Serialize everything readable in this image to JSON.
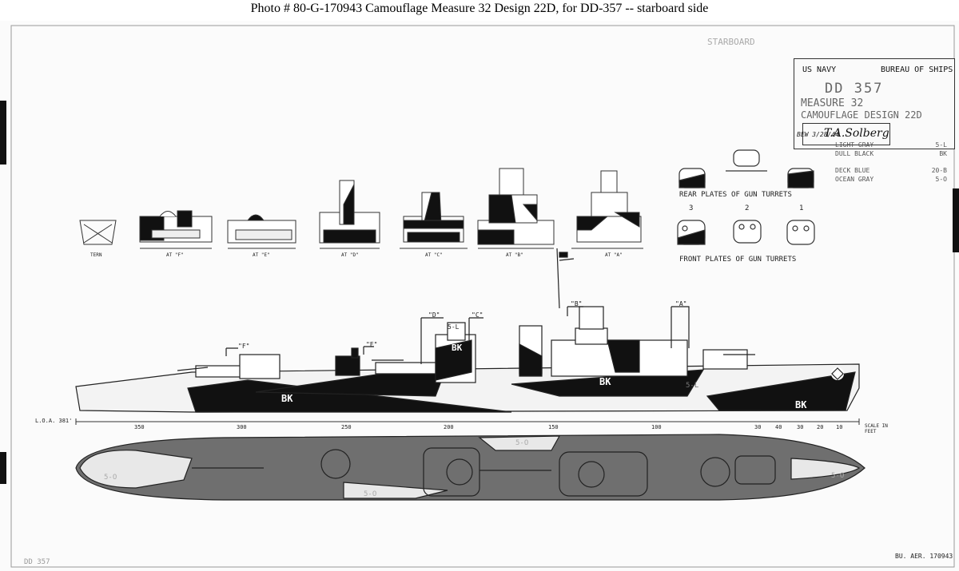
{
  "caption": "Photo #  80-G-170943       Camouflage Measure 32 Design 22D, for DD-357 -- starboard side",
  "sheet": {
    "starboard_label": "STARBOARD",
    "title_block": {
      "agency": "US NAVY",
      "bureau": "BUREAU OF SHIPS",
      "hull": "DD 357",
      "measure": "MEASURE 32",
      "design": "CAMOUFLAGE DESIGN 22D",
      "approval_signature": "T.A.Solberg",
      "date_note": "BEW 3/28/44"
    },
    "color_key": [
      {
        "name": "LIGHT GRAY",
        "code": "5-L"
      },
      {
        "name": "DULL BLACK",
        "code": "BK"
      },
      {
        "name": "DECK BLUE",
        "code": "20-B"
      },
      {
        "name": "OCEAN GRAY",
        "code": "5-O"
      }
    ],
    "rear_plates_label": "REAR PLATES OF GUN TURRETS",
    "front_plates_label": "FRONT PLATES OF GUN TURRETS",
    "turret_numbers": [
      "3",
      "2",
      "1"
    ],
    "section_labels": [
      "TERN",
      "AT \"F\"",
      "AT \"E\"",
      "AT \"D\"",
      "AT \"C\"",
      "AT \"B\"",
      "AT \"A\""
    ],
    "profile_markers": [
      "\"F\"",
      "\"E\"",
      "\"D\"",
      "\"C\"",
      "\"B\"",
      "\"A\""
    ],
    "hull_codes": [
      "BK",
      "BK",
      "BK",
      "5-L",
      "5-L",
      "BK"
    ],
    "loa": "L.O.A. 381'",
    "scale_marks": [
      "350",
      "300",
      "250",
      "200",
      "150",
      "100",
      "30",
      "40",
      "30",
      "20",
      "10"
    ],
    "scale_label": "SCALE IN FEET",
    "deck_codes": [
      "5-O",
      "5-O",
      "5-O",
      "5-O"
    ],
    "bottom_left_mark": "DD 357",
    "bottom_right_mark": "BU. AER. 170943"
  }
}
